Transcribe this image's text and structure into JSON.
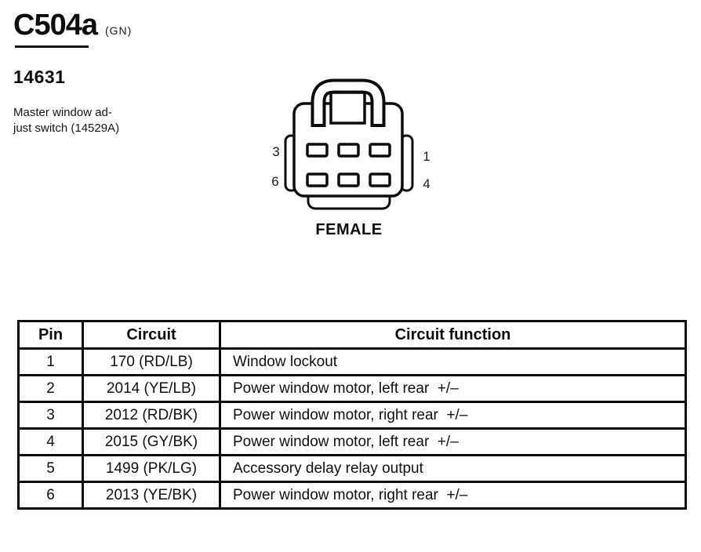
{
  "header": {
    "connector_id": "C504a",
    "color_code": "(GN)",
    "part_number": "14631",
    "description_line1": "Master window ad-",
    "description_line2": "just switch (14529A)"
  },
  "diagram": {
    "gender_label": "FEMALE",
    "pin_labels": {
      "top_left": "3",
      "top_right": "1",
      "bottom_left": "6",
      "bottom_right": "4"
    }
  },
  "table": {
    "headers": [
      "Pin",
      "Circuit",
      "Circuit function"
    ],
    "rows": [
      {
        "pin": "1",
        "circuit": "170 (RD/LB)",
        "function": "Window lockout"
      },
      {
        "pin": "2",
        "circuit": "2014 (YE/LB)",
        "function": "Power window motor, left rear  +/–"
      },
      {
        "pin": "3",
        "circuit": "2012 (RD/BK)",
        "function": "Power window motor, right rear  +/–"
      },
      {
        "pin": "4",
        "circuit": "2015 (GY/BK)",
        "function": "Power window motor, left rear  +/–"
      },
      {
        "pin": "5",
        "circuit": "1499 (PK/LG)",
        "function": "Accessory delay relay output"
      },
      {
        "pin": "6",
        "circuit": "2013 (YE/BK)",
        "function": "Power window motor, right rear  +/–"
      }
    ]
  },
  "colors": {
    "ink": "#0d0d0d",
    "paper": "#ffffff"
  }
}
